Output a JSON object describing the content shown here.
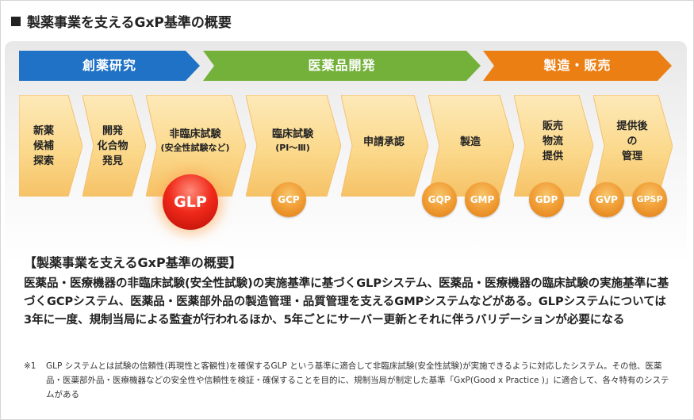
{
  "heading": "製薬事業を支えるGxP基準の概要",
  "phases": [
    {
      "label": "創薬研究",
      "color": "#1f72c5"
    },
    {
      "label": "医薬品開発",
      "color": "#74b13a"
    },
    {
      "label": "製造・販売",
      "color": "#ec7f14"
    }
  ],
  "steps": [
    {
      "lines": [
        "新薬",
        "候補",
        "探索"
      ],
      "sub": ""
    },
    {
      "lines": [
        "開発",
        "化合物",
        "発見"
      ],
      "sub": ""
    },
    {
      "lines": [
        "非臨床試験"
      ],
      "sub": "(安全性試験など)"
    },
    {
      "lines": [
        "臨床試験"
      ],
      "sub": "(PI〜Ⅲ)"
    },
    {
      "lines": [
        "申請承認"
      ],
      "sub": ""
    },
    {
      "lines": [
        "製造"
      ],
      "sub": ""
    },
    {
      "lines": [
        "販売",
        "物流",
        "提供"
      ],
      "sub": ""
    },
    {
      "lines": [
        "提供後",
        "の",
        "管理"
      ],
      "sub": ""
    }
  ],
  "badges": {
    "glp": "GLP",
    "gcp": "GCP",
    "gqp": "GQP",
    "gmp": "GMP",
    "gdp": "GDP",
    "gvp": "GVP",
    "gpsp": "GPSP"
  },
  "section_title": "【製薬事業を支えるGxP基準の概要】",
  "body": "医薬品・医療機器の非臨床試験(安全性試験)の実施基準に基づくGLPシステム、医薬品・医療機器の臨床試験の実施基準に基づくGCPシステム、医薬品・医薬部外品の製造管理・品質管理を支えるGMPシステムなどがある。GLPシステムについては3年に一度、規制当局による監査が行われるほか、5年ごとにサーバー更新とそれに伴うバリデーションが必要になる",
  "note": {
    "mark": "※1",
    "text": "GLP システムとは試験の信頼性(再現性と客観性)を確保するGLP という基準に適合して非臨床試験(安全性試験)が実施できるように対応したシステム。その他、医薬品・医薬部外品・医療機器などの安全性や信頼性を検証・確保することを目的に、規制当局が制定した基準「GxP(Good x Practice )」に適合して、各々特有のシステムがある"
  }
}
